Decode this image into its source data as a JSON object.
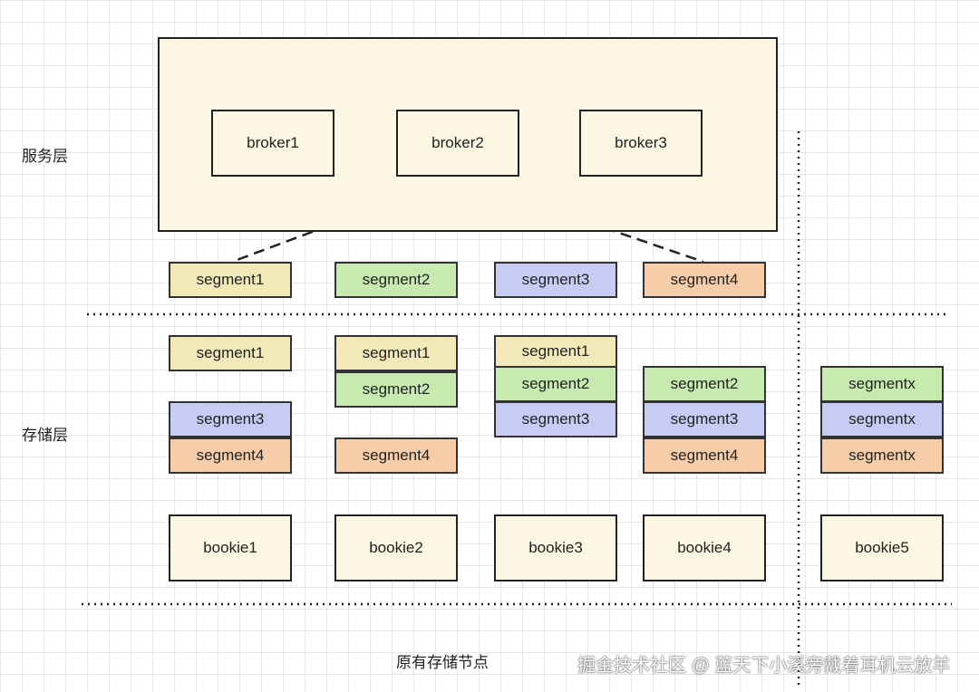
{
  "labels": {
    "service_layer": "服务层",
    "storage_layer": "存储层",
    "original_nodes": "原有存储节点",
    "watermark": "掘金技术社区 @ 蓝天下小溪旁戴着耳机云放羊"
  },
  "brokers": [
    "broker1",
    "broker2",
    "broker3"
  ],
  "broker_segments": [
    "segment1",
    "segment2",
    "segment3",
    "segment4"
  ],
  "bookies": [
    "bookie1",
    "bookie2",
    "bookie3",
    "bookie4",
    "bookie5"
  ],
  "bookie_segments": {
    "bookie1": [
      "segment1",
      "segment3",
      "segment4"
    ],
    "bookie2": [
      "segment1",
      "segment2",
      "segment4"
    ],
    "bookie3": [
      "segment1",
      "segment2",
      "segment3"
    ],
    "bookie4": [
      "segment2",
      "segment3",
      "segment4"
    ],
    "bookie5": [
      "segmentx",
      "segmentx",
      "segmentx"
    ]
  },
  "colors": {
    "segment1": "#f3e9b8",
    "segment2": "#c7eab0",
    "segment3": "#c7ccf4",
    "segment4": "#f6cda8",
    "frame_fill": "#fbf7e3"
  }
}
